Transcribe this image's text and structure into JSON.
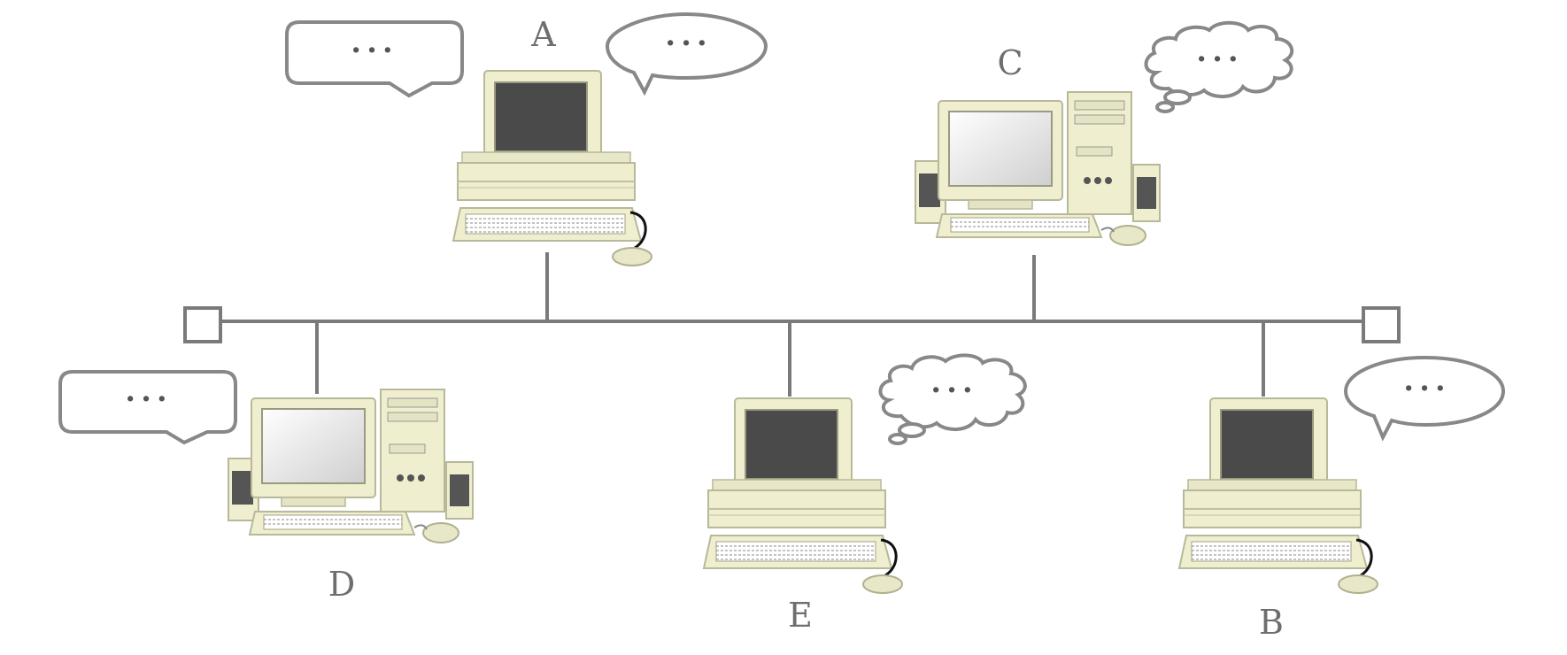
{
  "colors": {
    "line": "#7a7a7a",
    "beige": "#efefcf",
    "beige_dark": "#c8c8a4",
    "screen_dark": "#4a4a4a",
    "screen_light": "#e6e6e6"
  },
  "nodes": [
    {
      "id": "A",
      "label": "A",
      "type": "monitor-dark",
      "bubble": "speech-rect",
      "bubble_text": "···",
      "bubble2": "speech-oval",
      "bubble2_text": "···"
    },
    {
      "id": "C",
      "label": "C",
      "type": "tower-pc",
      "bubble": "thought-cloud",
      "bubble_text": "···"
    },
    {
      "id": "D",
      "label": "D",
      "type": "tower-pc",
      "bubble": "speech-rect",
      "bubble_text": "···"
    },
    {
      "id": "E",
      "label": "E",
      "type": "monitor-dark",
      "bubble": "thought-cloud",
      "bubble_text": "···"
    },
    {
      "id": "B",
      "label": "B",
      "type": "monitor-dark",
      "bubble": "speech-oval",
      "bubble_text": "···"
    }
  ]
}
